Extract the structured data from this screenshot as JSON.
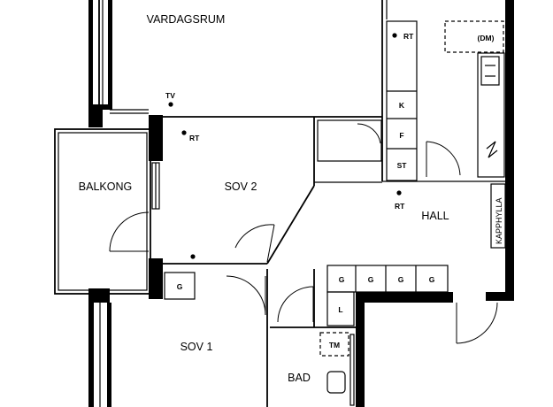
{
  "rooms": {
    "living": "VARDAGSRUM",
    "balcony": "BALKONG",
    "bedroom2": "SOV 2",
    "bedroom1": "SOV 1",
    "hall": "HALL",
    "bath": "BAD"
  },
  "markers": {
    "rt": "RT",
    "tv": "TV",
    "dw": "(DM)",
    "tm": "TM",
    "coat_shelf": "KAPPHYLLA"
  },
  "kitchen_units": {
    "fridge": "K",
    "freezer": "F",
    "closet": "ST"
  },
  "wardrobe": "G",
  "linen": "L"
}
